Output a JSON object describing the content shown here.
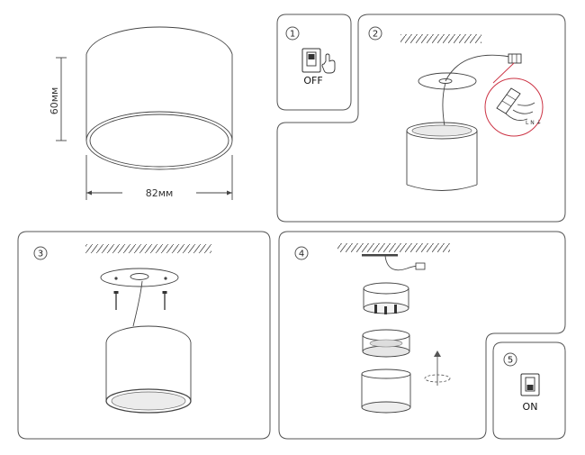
{
  "dimensions": {
    "height": "60мм",
    "width": "82мм"
  },
  "steps": [
    {
      "number": "1",
      "label": "OFF"
    },
    {
      "number": "2"
    },
    {
      "number": "3"
    },
    {
      "number": "4"
    },
    {
      "number": "5",
      "label": "ON"
    }
  ],
  "colors": {
    "line": "#444444",
    "highlight": "#cc3344",
    "panel": "#555555"
  }
}
